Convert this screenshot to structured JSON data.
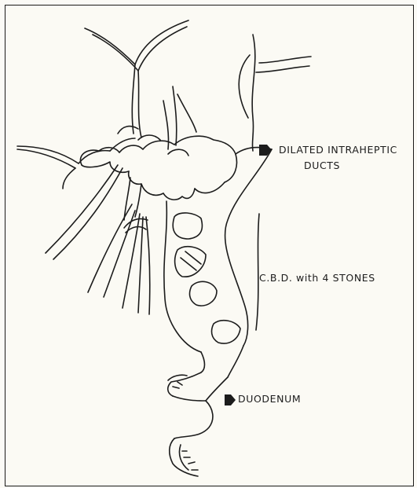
{
  "labels": {
    "intrahepatic_line1": "DILATED INTRAHEPTIC",
    "intrahepatic_line2": "DUCTS",
    "cbd": "C.B.D. with 4 STONES",
    "duodenum": "DUODENUM"
  },
  "colors": {
    "ink": "#1c1c1c",
    "paper": "#fbfaf4",
    "frame": "#1a1a1a"
  }
}
